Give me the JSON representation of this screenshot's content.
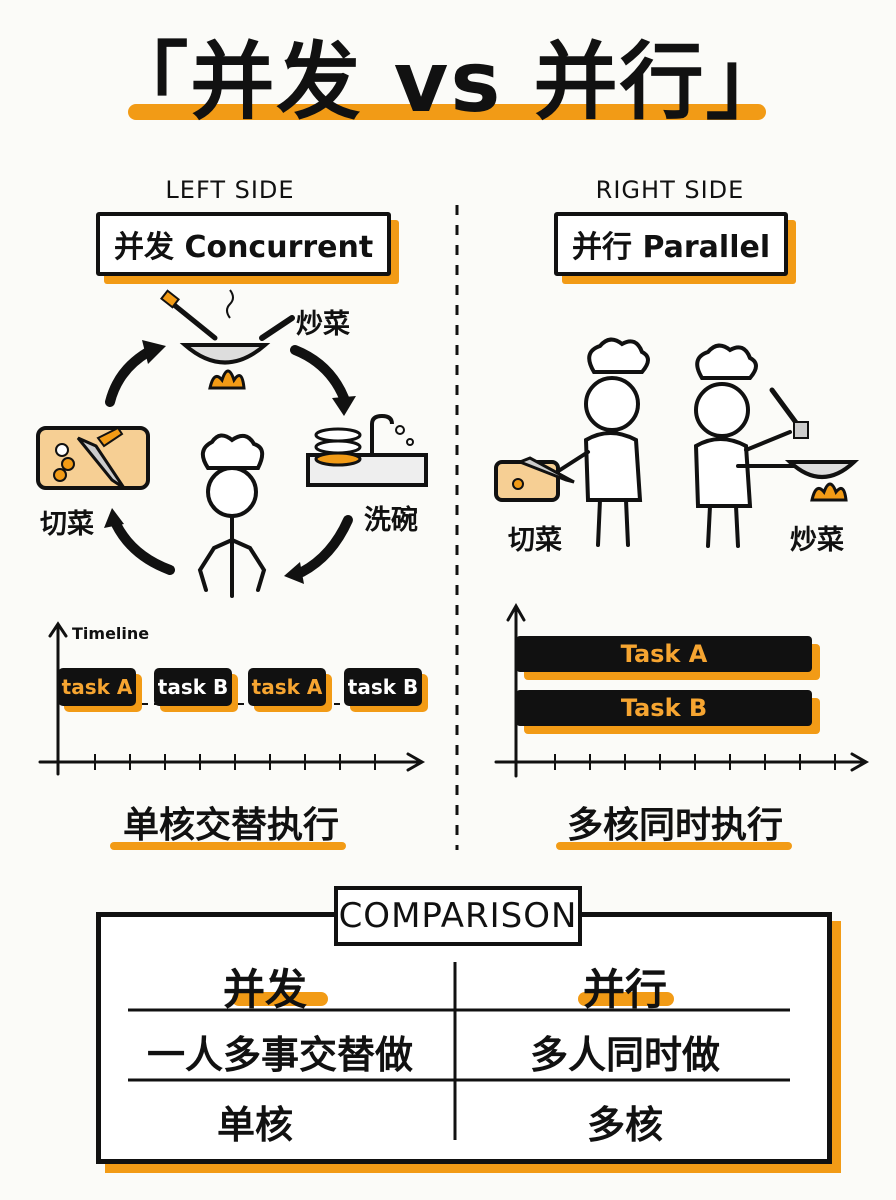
{
  "title": "「并发 vs 并行」",
  "left": {
    "side_label": "LEFT SIDE",
    "tag": "并发 Concurrent",
    "activities": {
      "cook": "炒菜",
      "cut": "切菜",
      "wash": "洗碗"
    },
    "timeline_label": "Timeline",
    "tasks": [
      "task A",
      "task B",
      "task A",
      "task B"
    ],
    "caption": "单核交替执行"
  },
  "right": {
    "side_label": "RIGHT SIDE",
    "tag": "并行 Parallel",
    "activities": {
      "cut": "切菜",
      "cook": "炒菜"
    },
    "tasks": [
      "Task A",
      "Task B"
    ],
    "caption": "多核同时执行"
  },
  "comparison": {
    "title": "COMPARISON",
    "headers": [
      "并发",
      "并行"
    ],
    "rows": [
      [
        "一人多事交替做",
        "多人同时做"
      ],
      [
        "单核",
        "多核"
      ]
    ]
  },
  "colors": {
    "accent": "#f29b16",
    "ink": "#111111"
  }
}
